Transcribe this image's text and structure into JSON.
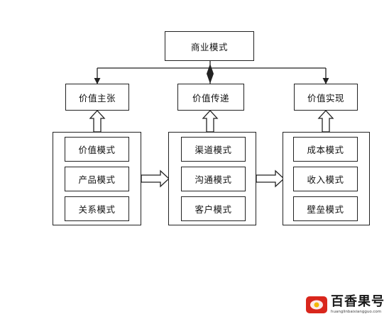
{
  "diagram": {
    "top": "商业模式",
    "columns": [
      {
        "header": "价值主张",
        "items": [
          "价值模式",
          "产品模式",
          "关系模式"
        ]
      },
      {
        "header": "价值传递",
        "items": [
          "渠道模式",
          "沟通模式",
          "客户模式"
        ]
      },
      {
        "header": "价值实现",
        "items": [
          "成本模式",
          "收入模式",
          "壁垒模式"
        ]
      }
    ]
  },
  "watermark": {
    "name": "百香果号",
    "url": "huanglinbaixiangguo.com",
    "badge_color": "#d9261c"
  }
}
